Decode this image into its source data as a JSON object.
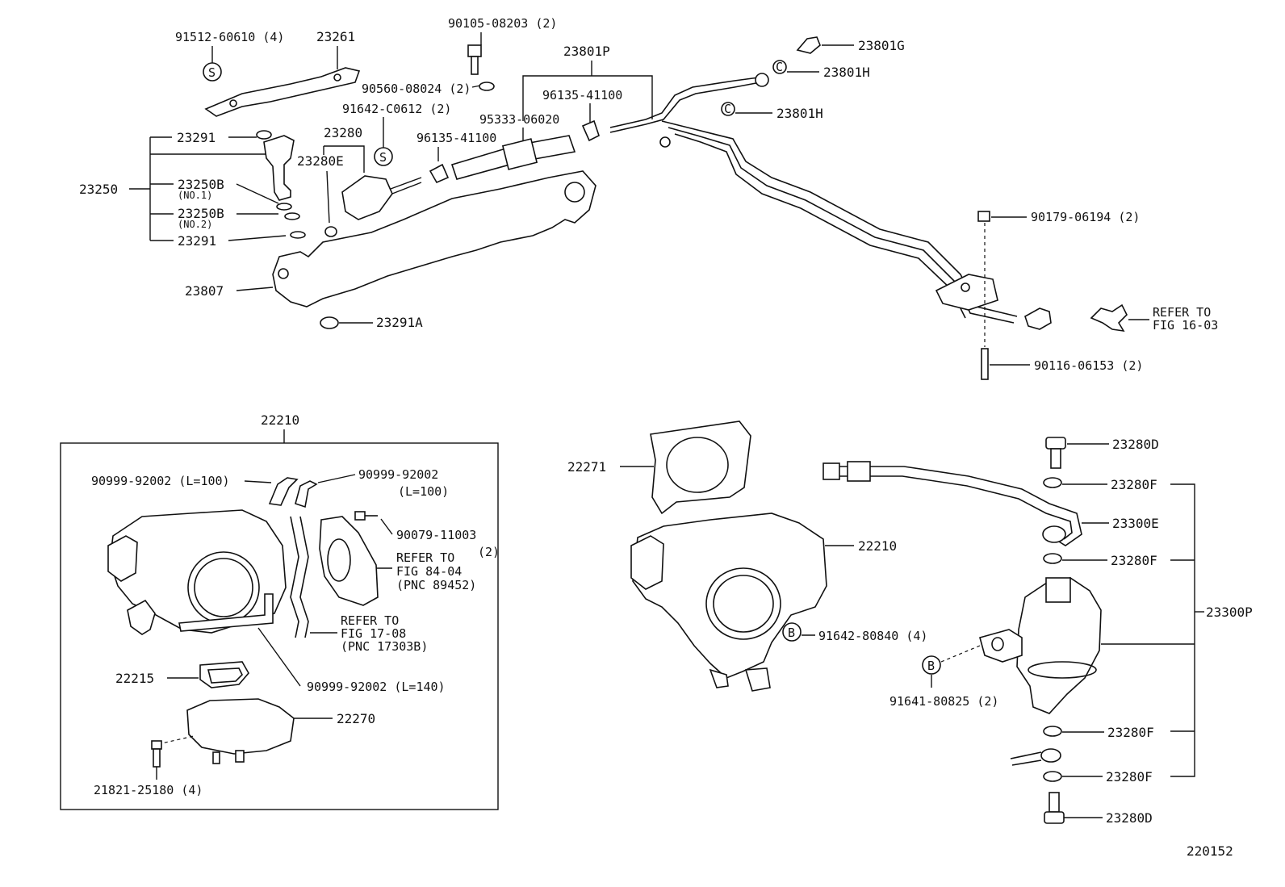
{
  "diagram_code": "220152",
  "labels": {
    "p91512": "91512-60610 (4)",
    "p23261": "23261",
    "p90105": "90105-08203 (2)",
    "p90560": "90560-08024 (2)",
    "p23801P": "23801P",
    "p23801G": "23801G",
    "p23801H_a": "23801H",
    "p23801H_b": "23801H",
    "p96135_a": "96135-41100",
    "p96135_b": "96135-41100",
    "p91642c": "91642-C0612 (2)",
    "p95333": "95333-06020",
    "p23291_a": "23291",
    "p23280": "23280",
    "p23280E": "23280E",
    "p23250": "23250",
    "p23250B_1": "23250B",
    "no1": "(NO.1)",
    "p23250B_2": "23250B",
    "no2": "(NO.2)",
    "p23291_b": "23291",
    "p23807": "23807",
    "p23291A": "23291A",
    "p90179": "90179-06194 (2)",
    "ref1603_a": "REFER TO",
    "ref1603_b": "FIG 16-03",
    "p90116": "90116-06153 (2)",
    "p22210_box": "22210",
    "p90999_a": "90999-92002 (L=100)",
    "p90999_b1": "90999-92002",
    "p90999_b2": "(L=100)",
    "p90079": "90079-11003",
    "p90079_q": "(2)",
    "ref8404_a": "REFER TO",
    "ref8404_b": "FIG 84-04",
    "ref8404_c": "(PNC 89452)",
    "ref1708_a": "REFER TO",
    "ref1708_b": "FIG 17-08",
    "ref1708_c": "(PNC 17303B)",
    "p90999_c": "90999-92002 (L=140)",
    "p22215": "22215",
    "p22270": "22270",
    "p21821": "21821-25180 (4)",
    "p22271": "22271",
    "p22210_r": "22210",
    "p91642_8": "91642-80840 (4)",
    "p91641": "91641-80825 (2)",
    "p23280D_a": "23280D",
    "p23280F_a": "23280F",
    "p23300E": "23300E",
    "p23280F_b": "23280F",
    "p23300P": "23300P",
    "p23280F_c": "23280F",
    "p23280F_d": "23280F",
    "p23280D_b": "23280D",
    "circ_s": "S",
    "circ_c": "C",
    "circ_b": "B"
  }
}
